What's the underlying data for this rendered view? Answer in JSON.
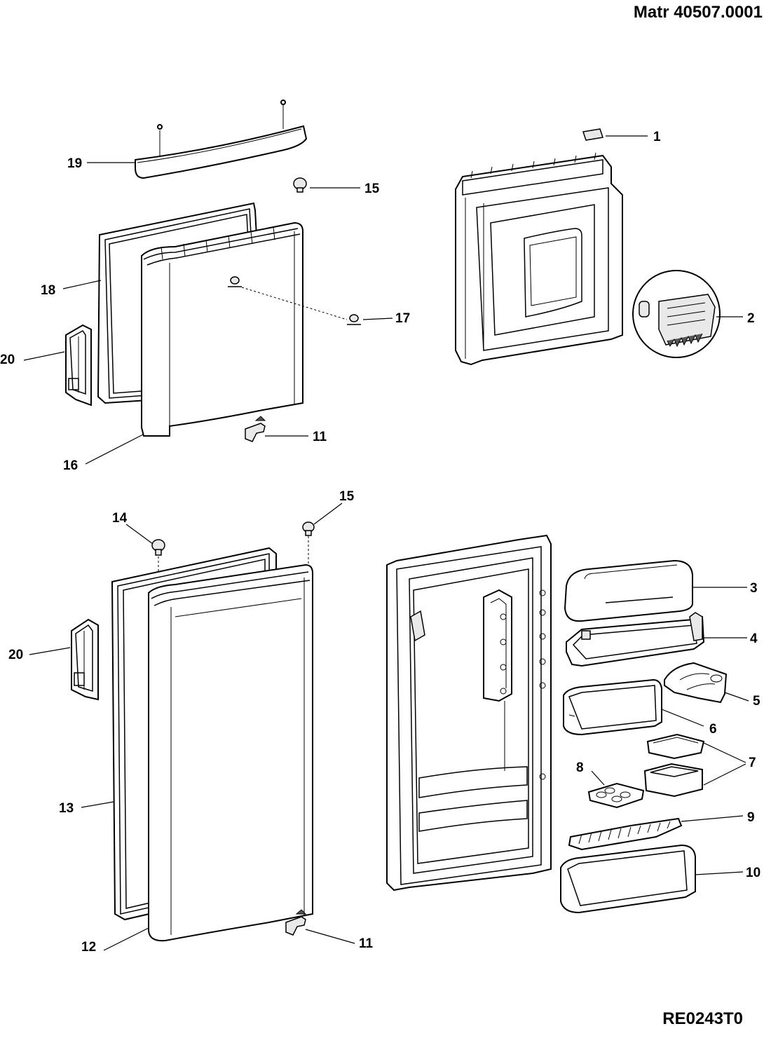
{
  "header": {
    "matr": "Matr  40507.0001"
  },
  "footer": {
    "code": "RE0243T0"
  },
  "callouts": {
    "c1": "1",
    "c2": "2",
    "c3": "3",
    "c4": "4",
    "c5": "5",
    "c6": "6",
    "c7": "7",
    "c8": "8",
    "c9": "9",
    "c10": "10",
    "c11a": "11",
    "c11b": "11",
    "c12": "12",
    "c13": "13",
    "c14": "14",
    "c15a": "15",
    "c15b": "15",
    "c16": "16",
    "c17": "17",
    "c18": "18",
    "c19": "19",
    "c20a": "20",
    "c20b": "20"
  }
}
